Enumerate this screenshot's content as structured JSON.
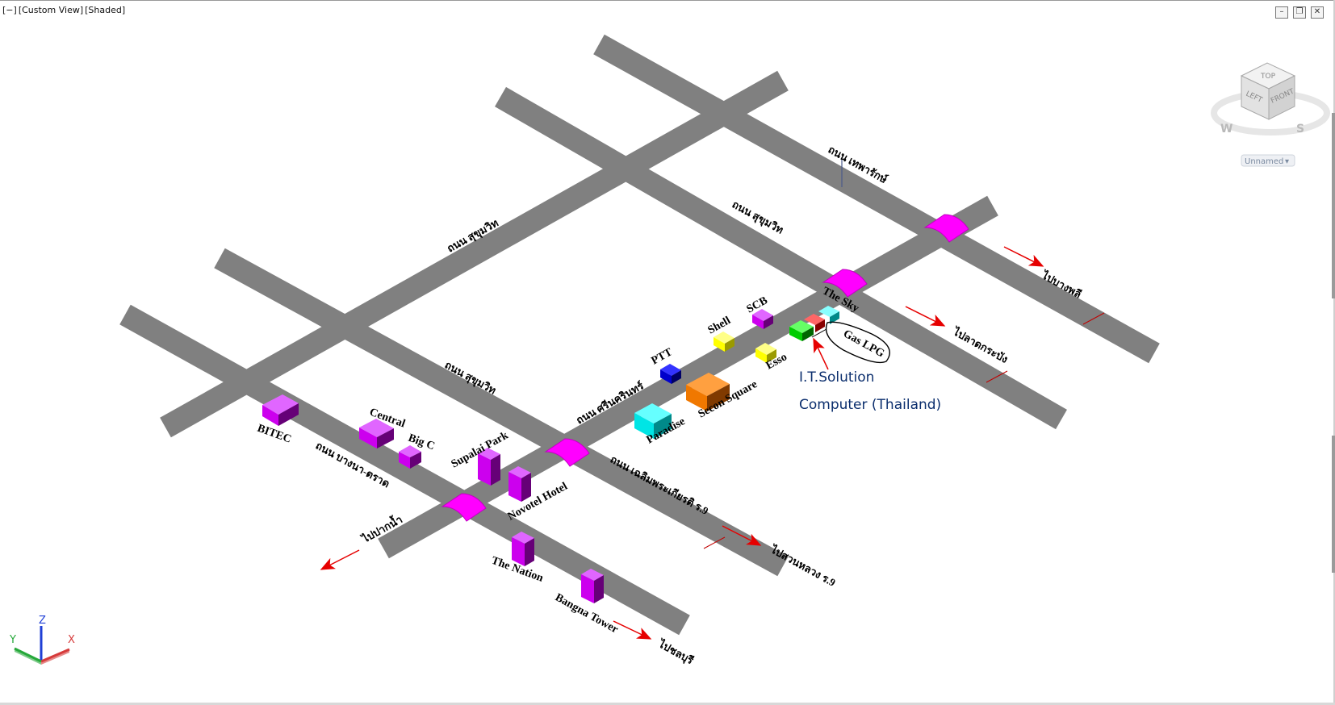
{
  "viewport": {
    "header": {
      "minimize": "[−]",
      "view": "[Custom View]",
      "visual_style": "[Shaded]"
    },
    "window_controls": {
      "minimize": "–",
      "restore": "❐",
      "close": "✕"
    },
    "viewcube": {
      "top": "TOP",
      "left": "LEFT",
      "front": "FRONT",
      "compass_w": "W",
      "compass_s": "S",
      "named_view": "Unnamed"
    },
    "ucs": {
      "x": "X",
      "y": "Y",
      "z": "Z"
    }
  },
  "map": {
    "roads": {
      "sukhumvit": "ถนน สุขุมวิท",
      "theparak": "ถนน เทพารักษ์",
      "srinakarin": "ถนน ศรีนครินทร์",
      "sukhumvit_lane": "ถนน สุขุมวิท",
      "bangna_trad": "ถนน บางนา-ตราด",
      "chalerm": "ถนน เฉลิมพระเกียรติ ร.9",
      "rama9": "ไปสวนหลวง ร.9"
    },
    "directions": {
      "pak_nam": "ไปปากน้ำ",
      "chonburi": "ไปชลบุรี",
      "bang_plee": "ไปบางพลี",
      "lat_krabang": "ไปลาดกระบัง",
      "suan_luang": "ไปสวนหลวง ร.9"
    },
    "buildings": {
      "bitec": "BITEC",
      "central": "Central",
      "big_c": "Big C",
      "supalai": "Supalai Park",
      "novotel": "Novotel Hotel",
      "nation": "The Nation",
      "bangna_tower": "Bangna Tower",
      "paradise": "Paradise",
      "seacon": "Secon Square",
      "ptt": "PTT",
      "shell": "Shell",
      "scb": "SCB",
      "esso": "Esso",
      "the_sky": "The Sky",
      "gas_lpg": "Gas LPG"
    },
    "callout": {
      "line1": "I.T.Solution",
      "line2": "Computer  (Thailand)"
    },
    "colors": {
      "road": "#808080",
      "building_purple": "#cc00ee",
      "intersection_magenta": "#ff00ff",
      "arrow_red": "#e60000",
      "callout_blue": "#0c2f6e",
      "paradise_cyan": "#00e5e5",
      "seacon_orange": "#f07800",
      "ptt_blue": "#0000cc",
      "shell_yellow": "#ffff00",
      "lpg_green": "#00cc00",
      "lpg_red": "#ee0000"
    }
  }
}
